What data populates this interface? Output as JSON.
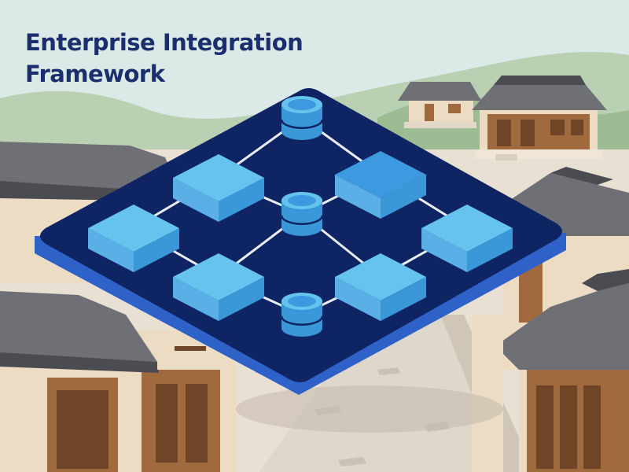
{
  "title": "Enterprise Integration Framework",
  "colors": {
    "title": "#1c2e6e",
    "sky": "#dbeae6",
    "hill_far": "#b9d0b3",
    "hill_near": "#9dbc93",
    "road": "#ddd7cc",
    "wall": "#ecdcc4",
    "wood": "#a06a3e",
    "wood_dark": "#6e4527",
    "roof": "#6f7075",
    "roof_dark": "#4b4c51",
    "platform_top": "#0f2563",
    "platform_side": "#2f62c8",
    "node_top": "#66c3ee",
    "node_side": "#3a98d8",
    "node_front": "#5ab0e6",
    "node_dark_top": "#3e9ae0",
    "connector": "#e9eef7"
  },
  "diagram": {
    "nodes": [
      {
        "id": "db-top",
        "type": "database",
        "label": "database-top"
      },
      {
        "id": "db-center",
        "type": "database",
        "label": "database-center"
      },
      {
        "id": "db-bottom",
        "type": "database",
        "label": "database-bottom"
      },
      {
        "id": "module-left",
        "type": "module",
        "label": "module-left"
      },
      {
        "id": "module-upper-left",
        "type": "module",
        "label": "module-upper-left"
      },
      {
        "id": "module-upper-right",
        "type": "module",
        "label": "module-upper-right"
      },
      {
        "id": "module-right",
        "type": "module",
        "label": "module-right"
      },
      {
        "id": "module-lower-left",
        "type": "module",
        "label": "module-lower-left"
      },
      {
        "id": "module-lower-right",
        "type": "module",
        "label": "module-lower-right"
      }
    ],
    "edges": [
      [
        "module-upper-left",
        "db-top"
      ],
      [
        "db-top",
        "module-upper-right"
      ],
      [
        "module-upper-left",
        "db-center"
      ],
      [
        "db-center",
        "module-upper-right"
      ],
      [
        "module-left",
        "module-upper-left"
      ],
      [
        "module-upper-right",
        "module-right"
      ],
      [
        "module-left",
        "module-lower-left"
      ],
      [
        "module-lower-right",
        "module-right"
      ],
      [
        "module-lower-left",
        "db-center"
      ],
      [
        "db-center",
        "module-lower-right"
      ],
      [
        "module-lower-left",
        "db-bottom"
      ],
      [
        "db-bottom",
        "module-lower-right"
      ]
    ]
  }
}
